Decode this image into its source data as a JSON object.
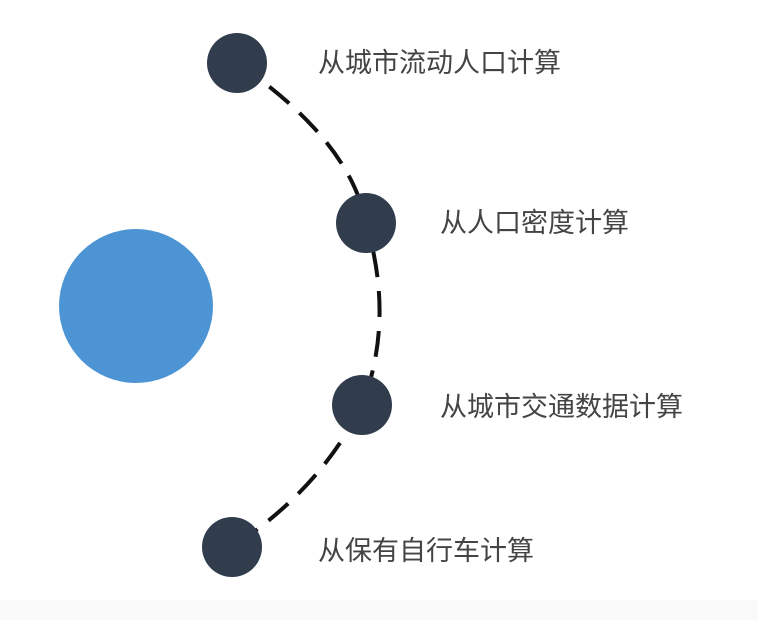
{
  "colors": {
    "center": "#4d94d5",
    "node": "#313d4d",
    "connector": "#111111",
    "text": "#444444"
  },
  "items": [
    {
      "label": "从城市流动人口计算"
    },
    {
      "label": "从人口密度计算"
    },
    {
      "label": "从城市交通数据计算"
    },
    {
      "label": "从保有自行车计算"
    }
  ]
}
